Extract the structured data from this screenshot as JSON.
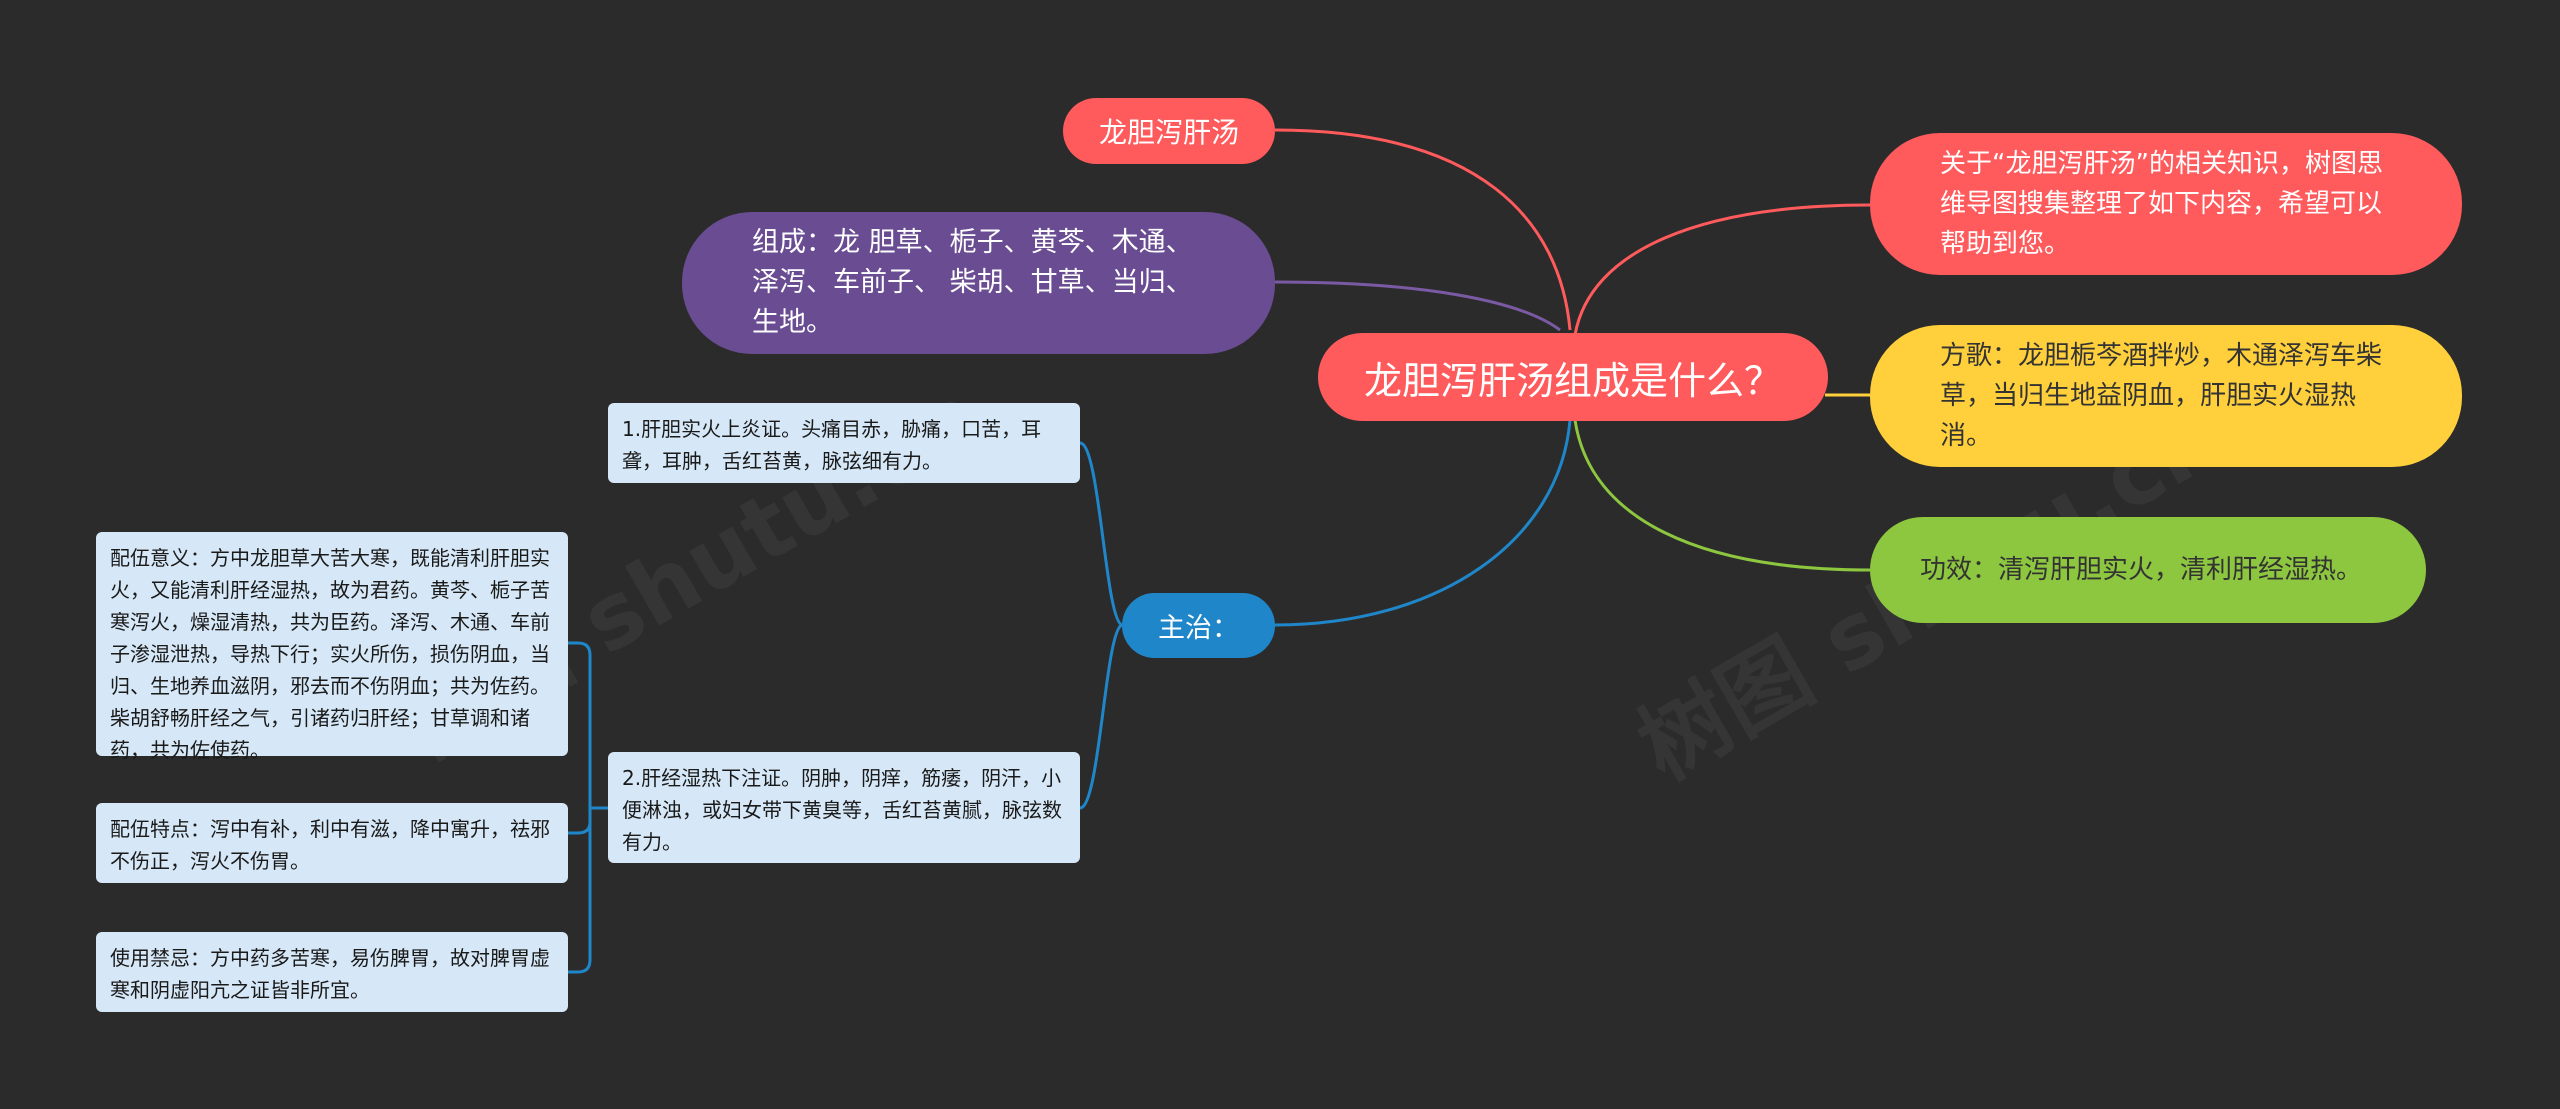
{
  "center": {
    "label": "龙胆泻肝汤组成是什么？"
  },
  "left": {
    "title_node": {
      "label": "龙胆泻肝汤"
    },
    "composition": {
      "label": "组成：龙 胆草、栀子、黄芩、木通、泽泻、车前子、 柴胡、甘草、当归、生地。"
    },
    "indications": {
      "label": "主治：",
      "items": [
        {
          "text": "1.肝胆实火上炎证。头痛目赤，胁痛，口苦，耳聋，耳肿，舌红苔黄，脉弦细有力。"
        },
        {
          "text": "2.肝经湿热下注证。阴肿，阴痒，筋痿，阴汗，小便淋浊，或妇女带下黄臭等，舌红苔黄腻，脉弦数有力。"
        }
      ],
      "details": [
        {
          "text": "配伍意义：方中龙胆草大苦大寒，既能清利肝胆实火，又能清利肝经湿热，故为君药。黄芩、栀子苦寒泻火，燥湿清热，共为臣药。泽泻、木通、车前子渗湿泄热，导热下行；实火所伤，损伤阴血，当归、生地养血滋阴，邪去而不伤阴血；共为佐药。柴胡舒畅肝经之气，引诸药归肝经；甘草调和诸药，共为佐使药。"
        },
        {
          "text": "配伍特点：泻中有补，利中有滋，降中寓升，祛邪不伤正，泻火不伤胃。"
        },
        {
          "text": "使用禁忌：方中药多苦寒，易伤脾胃，故对脾胃虚寒和阴虚阳亢之证皆非所宜。"
        }
      ]
    }
  },
  "right": {
    "intro": {
      "label": "关于“龙胆泻肝汤”的相关知识，树图思维导图搜集整理了如下内容，希望可以帮助到您。"
    },
    "song": {
      "label": "方歌：龙胆栀芩酒拌炒，木通泽泻车柴草，当归生地益阴血，肝胆实火湿热消。"
    },
    "effect": {
      "label": "功效：清泻肝胆实火，清利肝经湿热。"
    }
  },
  "colors": {
    "background": "#2b2b2b",
    "red": "#ff5a5c",
    "purple": "#6a4c93",
    "yellow": "#ffd03b",
    "green": "#8dc63f",
    "blue": "#1f87c9",
    "card": "#d6e8f7"
  },
  "watermark": {
    "text": "树图 shutu.cn"
  }
}
